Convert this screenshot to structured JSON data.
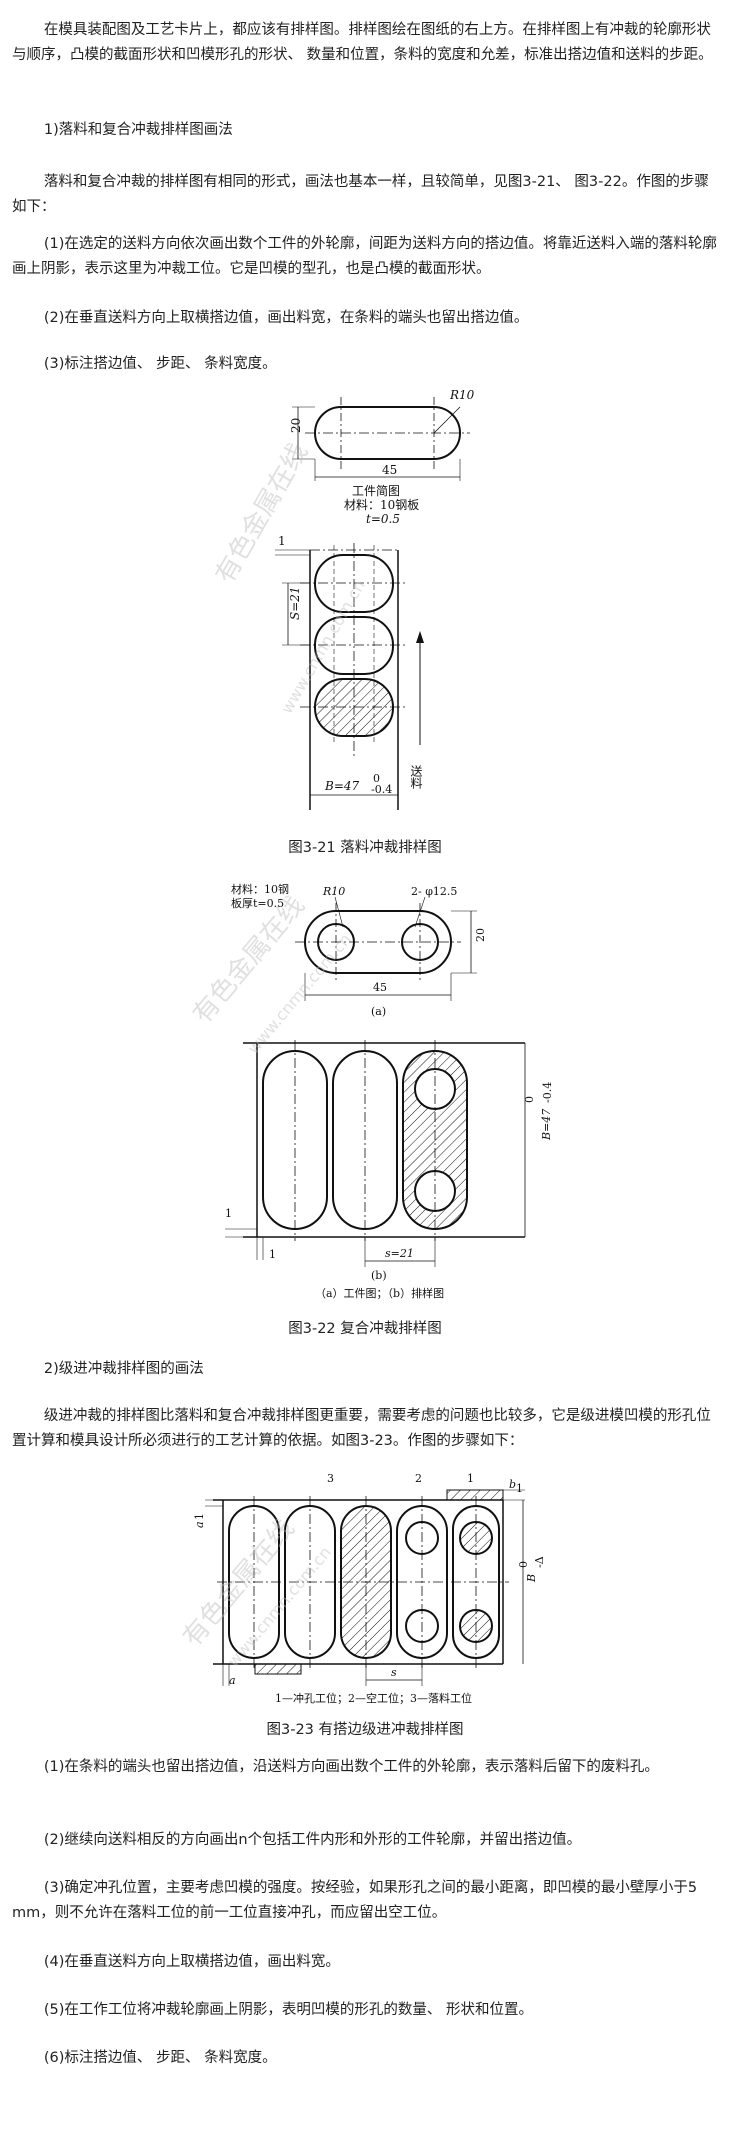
{
  "paragraphs": {
    "intro": "在模具装配图及工艺卡片上，都应该有排样图。排样图绘在图纸的右上方。在排样图上有冲裁的轮廓形状与顺序，凸模的截面形状和凹模形孔的形状、 数量和位置，条料的宽度和允差，标准出搭边值和送料的步距。",
    "sec1_title": "1)落料和复合冲裁排样图画法",
    "sec1_body": "落料和复合冲裁的排样图有相同的形式，画法也基本一样，且较简单，见图3-21、 图3-22。作图的步骤如下：",
    "sec1_step1": "(1)在选定的送料方向依次画出数个工件的外轮廓，间距为送料方向的搭边值。将靠近送料入端的落料轮廓画上阴影，表示这里为冲裁工位。它是凹模的型孔，也是凸模的截面形状。",
    "sec1_step2": "(2)在垂直送料方向上取横搭边值，画出料宽，在条料的端头也留出搭边值。",
    "sec1_step3": "(3)标注搭边值、 步距、 条料宽度。",
    "sec2_title": "2)级进冲裁排样图的画法",
    "sec2_body": "级进冲裁的排样图比落料和复合冲裁排样图更重要，需要考虑的问题也比较多，它是级进模凹模的形孔位置计算和模具设计所必须进行的工艺计算的依据。如图3-23。作图的步骤如下：",
    "sec2_step1": "(1)在条料的端头也留出搭边值，沿送料方向画出数个工件的外轮廓，表示落料后留下的废料孔。",
    "sec2_step2": "(2)继续向送料相反的方向画出n个包括工件内形和外形的工件轮廓，并留出搭边值。",
    "sec2_step3": "(3)确定冲孔位置，主要考虑凹模的强度。按经验，如果形孔之间的最小距离，即凹模的最小壁厚小于5 mm，则不允许在落料工位的前一工位直接冲孔，而应留出空工位。",
    "sec2_step4": "(4)在垂直送料方向上取横搭边值，画出料宽。",
    "sec2_step5": "(5)在工作工位将冲裁轮廓画上阴影，表明凹模的形孔的数量、 形状和位置。",
    "sec2_step6": "(6)标注搭边值、 步距、 条料宽度。"
  },
  "figures": {
    "fig21": {
      "caption": "图3-21 落料冲裁排样图",
      "dim_r": "R10",
      "dim_h": "20",
      "dim_w": "45",
      "part_title": "工件简图",
      "material": "材料：10钢板",
      "thickness": "t=0.5",
      "gap": "1",
      "step": "S=21",
      "width": "B=47",
      "width_tol_top": "0",
      "width_tol_bot": "-0.4",
      "feed_label": "送料",
      "watermark_cn": "有色金属在线",
      "watermark_url": "www.cnmn.com.cn"
    },
    "fig22": {
      "caption": "图3-22 复合冲裁排样图",
      "material_a": "材料：10钢",
      "material_b": "板厚t=0.5",
      "dim_r": "R10",
      "dim_hole": "2- φ12.5",
      "dim_h": "20",
      "dim_w": "45",
      "label_a": "(a)",
      "width": "B=47",
      "width_tol_top": "0",
      "width_tol_bot": "-0.4",
      "gap": "1",
      "step": "s=21",
      "label_b": "(b)",
      "legend": "（a）工件图；（b）排样图",
      "watermark_cn": "有色金属在线",
      "watermark_url": "www.cnmn.com.cn"
    },
    "fig23": {
      "caption": "图3-23 有搭边级进冲裁排样图",
      "station3": "3",
      "station2": "2",
      "station1": "1",
      "dim_b1": "b",
      "dim_b1_sub": "1",
      "dim_a1": "a",
      "dim_a1_sub": "1",
      "dim_a": "a",
      "dim_s": "s",
      "width": "B",
      "width_tol_top": "0",
      "width_tol_bot": "-Δ",
      "legend": "1—冲孔工位；2—空工位；3—落料工位",
      "watermark_cn": "有色金属在线",
      "watermark_url": "www.cnmn.com.cn"
    }
  },
  "colors": {
    "text": "#222222",
    "line": "#111111",
    "watermark": "#bbbbbb"
  }
}
